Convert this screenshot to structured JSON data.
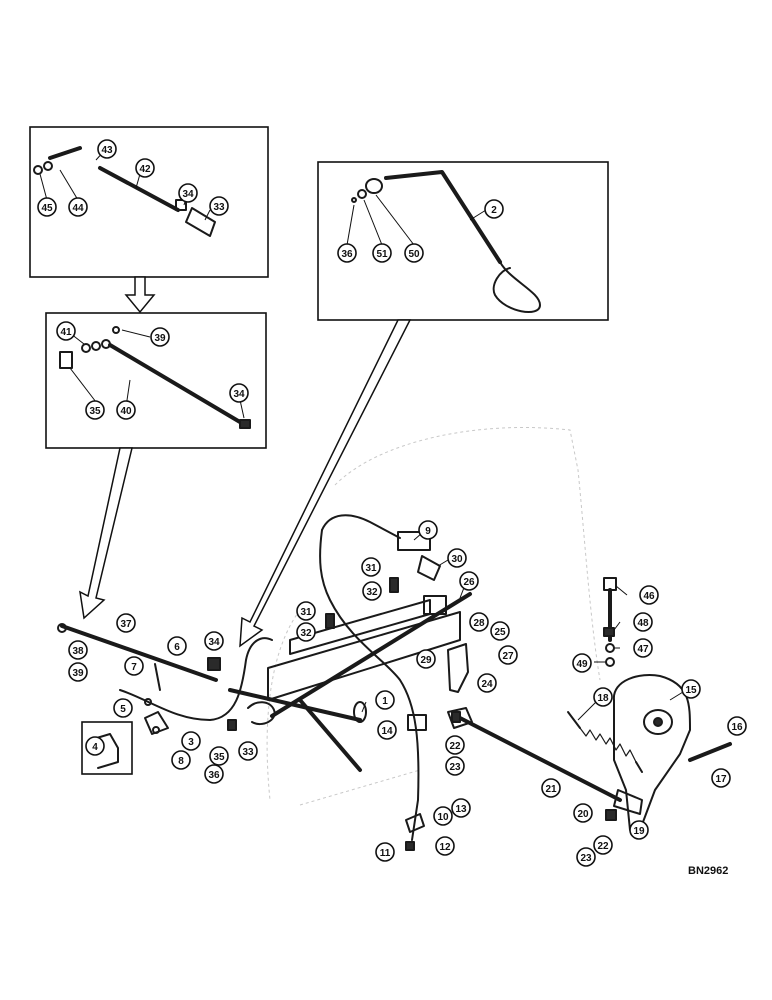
{
  "diagram": {
    "reference_code": "BN2962",
    "callouts": [
      "1",
      "2",
      "3",
      "4",
      "5",
      "6",
      "7",
      "8",
      "9",
      "10",
      "11",
      "12",
      "13",
      "14",
      "15",
      "16",
      "17",
      "18",
      "19",
      "20",
      "21",
      "22",
      "23",
      "24",
      "25",
      "26",
      "27",
      "28",
      "29",
      "30",
      "31",
      "32",
      "33",
      "34",
      "35",
      "36",
      "37",
      "38",
      "39",
      "40",
      "41",
      "42",
      "43",
      "44",
      "45",
      "46",
      "47",
      "48",
      "49",
      "50",
      "51"
    ]
  }
}
